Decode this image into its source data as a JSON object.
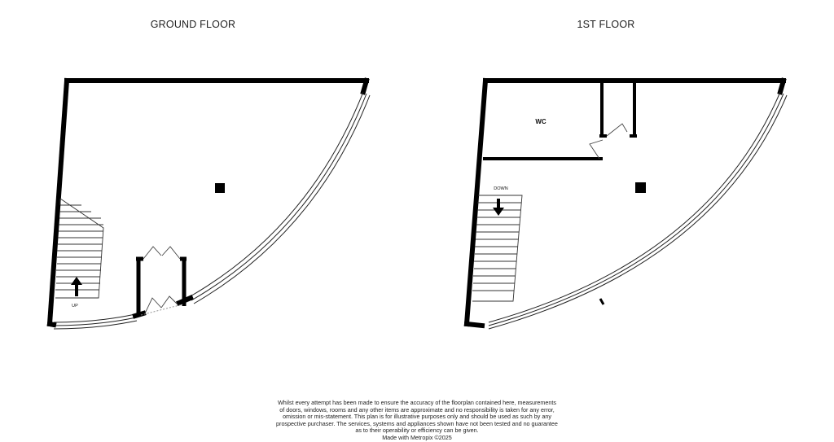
{
  "floors": {
    "ground": {
      "title": "GROUND FLOOR",
      "stair_label": "UP"
    },
    "first": {
      "title": "1ST FLOOR",
      "room_label": "WC",
      "stair_label": "DOWN"
    }
  },
  "disclaimer": {
    "lines": [
      "Whilst every attempt has been made to ensure the accuracy of the floorplan contained here, measurements",
      "of doors, windows, rooms and any other items are approximate and no responsibility is taken for any error,",
      "omission or mis-statement. This plan is for illustrative purposes only and should be used as such by any",
      "prospective purchaser. The services, systems and appliances shown have not been tested and no guarantee",
      "as to their operability or efficiency can be given.",
      "Made with Metropix ©2025"
    ]
  },
  "colors": {
    "wall": "#000000",
    "line": "#333333",
    "background": "#ffffff"
  }
}
